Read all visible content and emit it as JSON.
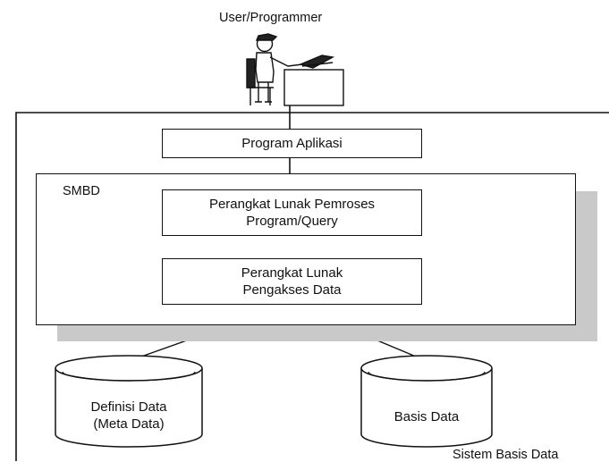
{
  "diagram": {
    "user_label": "User/Programmer",
    "program_aplikasi": "Program Aplikasi",
    "smbd_label": "SMBD",
    "pemroses": "Perangkat Lunak Pemroses\nProgram/Query",
    "pengakses": "Perangkat Lunak\nPengakses Data",
    "definisi": "Definisi Data\n(Meta Data)",
    "basis": "Basis Data",
    "sistem": "Sistem Basis Data"
  }
}
